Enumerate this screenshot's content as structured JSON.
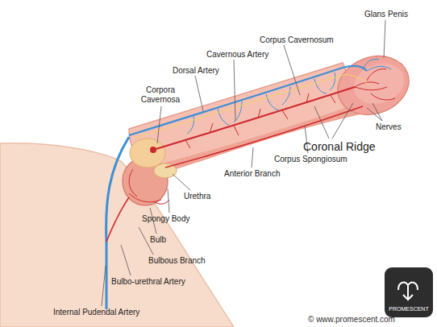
{
  "diagram": {
    "labels": [
      "Glans Penis",
      "Corpus Cavernosum",
      "Cavernous Artery",
      "Dorsal Artery",
      "Corpora Cavernosa",
      "Nerves",
      "Coronal Ridge",
      "Corpus Spongiosum",
      "Anterior Branch",
      "Urethra",
      "Spongy Body",
      "Bulb",
      "Bulbous Branch",
      "Bulbo-urethral Artery",
      "Internal Pudendal Artery",
      "© www.promescent.com",
      "PROMESCENT"
    ]
  }
}
